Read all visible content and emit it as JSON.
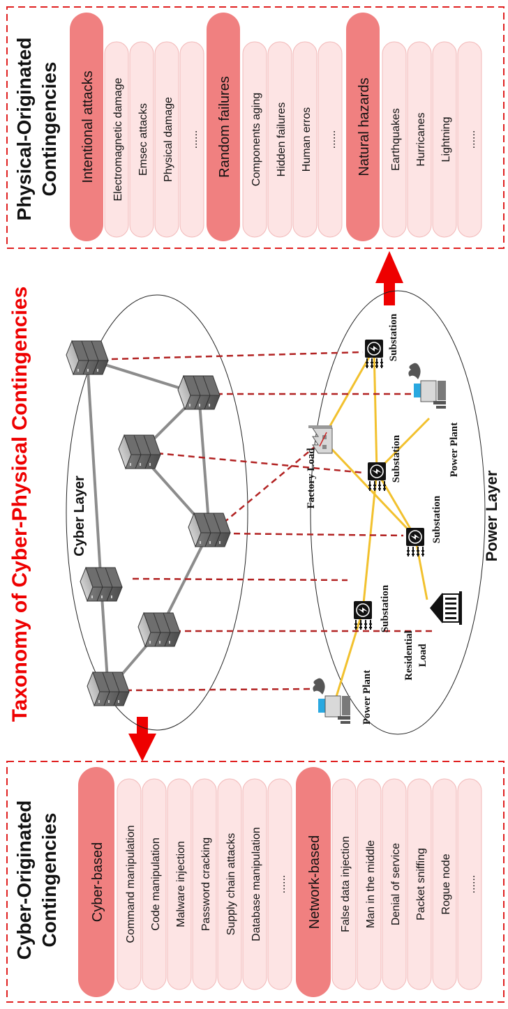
{
  "main_title": "Taxonomy of Cyber-Physical Contingencies",
  "cyber_panel": {
    "title_line1": "Cyber-Originated",
    "title_line2": "Contingencies",
    "groups": [
      {
        "label": "Cyber-based",
        "items": [
          "Command manipulation",
          "Code manipulation",
          "Malware injection",
          "Password cracking",
          "Supply chain attacks",
          "Database manipulation",
          "......"
        ]
      },
      {
        "label": "Network-based",
        "items": [
          "False data injection",
          "Man in the middle",
          "Denial of service",
          "Packet sniffing",
          "Rogue node",
          "......"
        ]
      }
    ]
  },
  "physical_panel": {
    "title_line1": "Physical-Originated",
    "title_line2": "Contingencies",
    "groups": [
      {
        "label": "Intentional attacks",
        "items": [
          "Electromagnetic damage",
          "Emsec attacks",
          "Physical damage",
          "......"
        ]
      },
      {
        "label": "Random failures",
        "items": [
          "Components aging",
          "Hidden failures",
          "Human erros",
          "......"
        ]
      },
      {
        "label": "Natural hazards",
        "items": [
          "Earthquakes",
          "Hurricanes",
          "Lightning",
          "......"
        ]
      }
    ]
  },
  "cyber_layer_label": "Cyber Layer",
  "power_layer_label": "Power Layer",
  "power_nodes": {
    "power_plant_left": "Power Plant",
    "power_plant_right": "Power Plant",
    "substation_a": "Substation",
    "substation_b": "Substation",
    "substation_c": "Substation",
    "substation_d": "Substation",
    "factory_load": "Factory Load",
    "residential_load_line1": "Residential",
    "residential_load_line2": "Load"
  },
  "colors": {
    "accent_red": "#ee0000",
    "dashed_red": "#e02020",
    "pill_dark": "#f08080",
    "pill_light": "#fde4e4",
    "cyber_link": "#8c8c8c",
    "power_link": "#f2c12e",
    "tie_line": "#b22222"
  }
}
